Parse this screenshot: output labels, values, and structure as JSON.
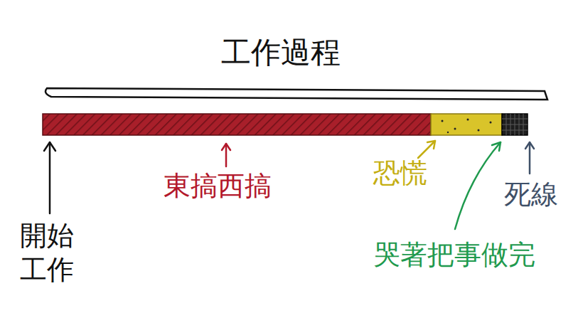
{
  "diagram": {
    "title": "工作過程",
    "labels": [
      "東搞西搞",
      "恐慌",
      "死線",
      "開始 工作",
      "哭著把事做完"
    ]
  }
}
